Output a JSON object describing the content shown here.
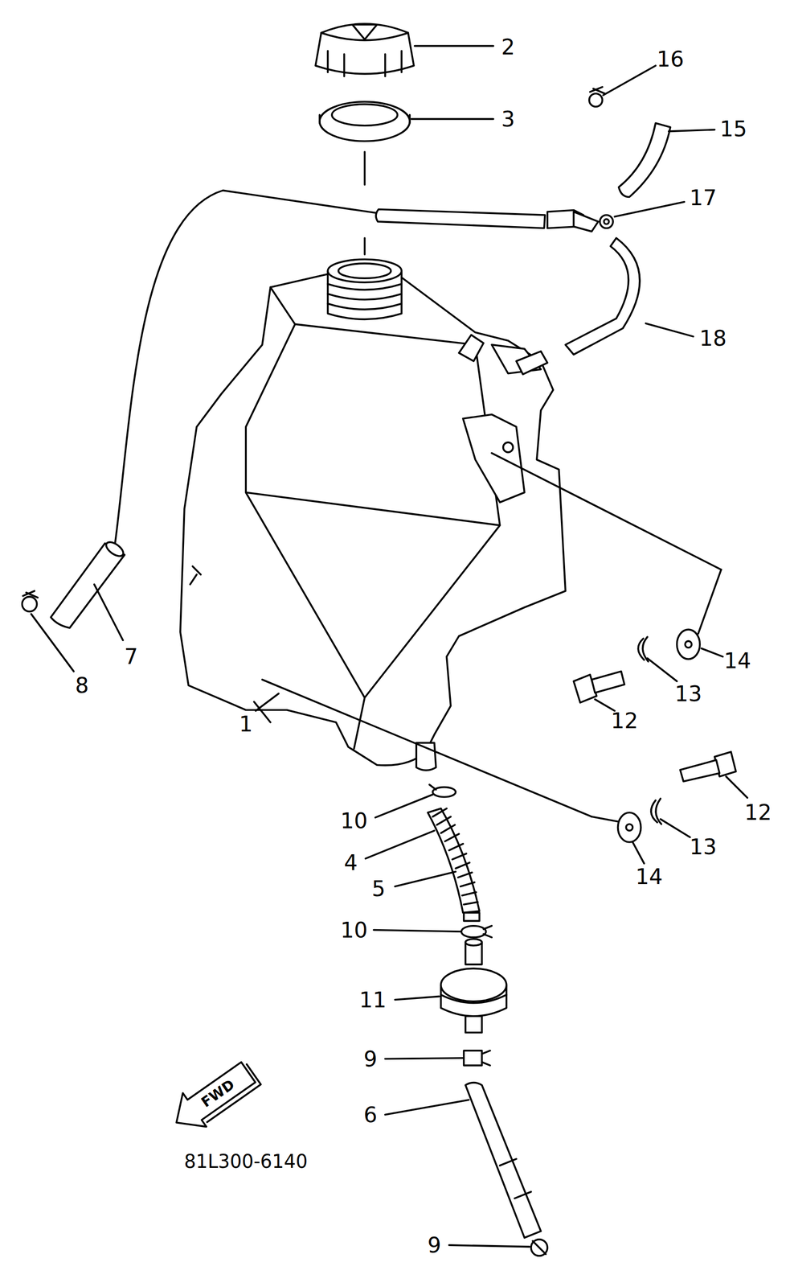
{
  "diagram": {
    "labels": [
      "2",
      "3",
      "16",
      "15",
      "17",
      "18",
      "7",
      "8",
      "14",
      "13",
      "12",
      "1",
      "12",
      "13",
      "10",
      "14",
      "4",
      "5",
      "10",
      "11",
      "9",
      "6",
      "9",
      "FWD",
      "81L300-6140"
    ]
  }
}
